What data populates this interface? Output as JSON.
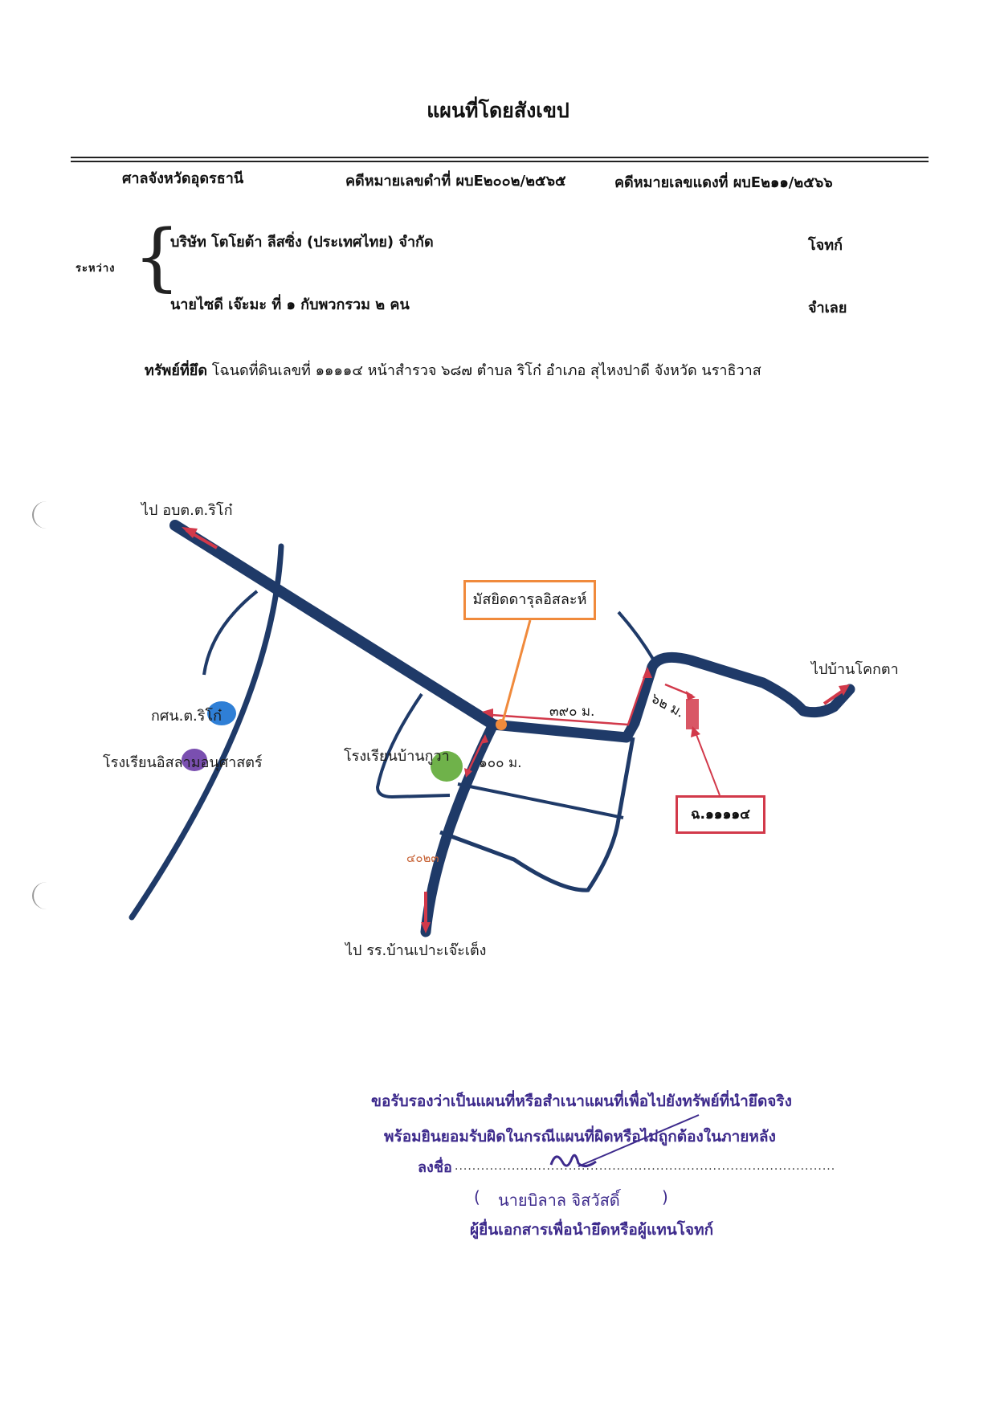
{
  "title": "แผนที่โดยสังเขป",
  "header": {
    "court": "ศาลจังหวัดอุดรธานี",
    "black_case": "คดีหมายเลขดำที่ ผบE๒๐๐๒/๒๕๖๕",
    "red_case": "คดีหมายเลขแดงที่ ผบE๒๑๑/๒๕๖๖"
  },
  "parties": {
    "between_label": "ระหว่าง",
    "plaintiff_name": "บริษัท โตโยต้า ลีสซิ่ง (ประเทศไทย) จำกัด",
    "plaintiff_role": "โจทก์",
    "defendant_name": "นายไซดี เจ๊ะมะ ที่ ๑ กับพวกรวม ๒ คน",
    "defendant_role": "จำเลย"
  },
  "property": {
    "label": "ทรัพย์ที่ยึด",
    "text": " โฉนดที่ดินเลขที่ ๑๑๑๑๔ หน้าสำรวจ ๖๘๗ ตำบล ริโก๋ อำเภอ สุไหงปาดี จังหวัด นราธิวาส"
  },
  "map": {
    "to_obt": "ไป อบต.ต.ริโก๋",
    "to_ban_kokta": "ไปบ้านโคกตา",
    "to_school_south": "ไป รร.บ้านเปาะเจ๊ะเต็ง",
    "mosque": "มัสยิดดารุลอิสละห์",
    "kor_sor_nor": "กศน.ต.ริโก๋",
    "school_islam": "โรงเรียนอิสลามอนุศาสตร์",
    "school_kuwa": "โรงเรียนบ้านกูวา",
    "plot": "ฉ.๑๑๑๑๔",
    "dist_390": "๓๙๐ ม.",
    "dist_100": "๑๐๐ ม.",
    "dist_62": "๖๒ ม.",
    "road_4023": "๔๐๒๓",
    "colors": {
      "road": "#1f3a68",
      "route_arrow": "#d2394a",
      "mosque_marker": "#f08a3c",
      "kor_sor_nor_marker": "#2f7fd6",
      "school_islam_marker": "#7a4fb0",
      "school_kuwa_marker": "#6fb24a",
      "plot_marker": "#d2394a"
    }
  },
  "certification": {
    "line1": "ขอรับรองว่าเป็นแผนที่หรือสำเนาแผนที่เพื่อไปยังทรัพย์ที่นำยึดจริง",
    "line2": "พร้อมยินยอมรับผิดในกรณีแผนที่ผิดหรือไม่ถูกต้องในภายหลัง",
    "sign_label": "ลงชื่อ",
    "signer_open": "(",
    "signer_name": "นายบิลาล  จิสวัสดิ์",
    "signer_close": ")",
    "signer_role": "ผู้ยื่นเอกสารเพื่อนำยึดหรือผู้แทนโจทก์"
  }
}
